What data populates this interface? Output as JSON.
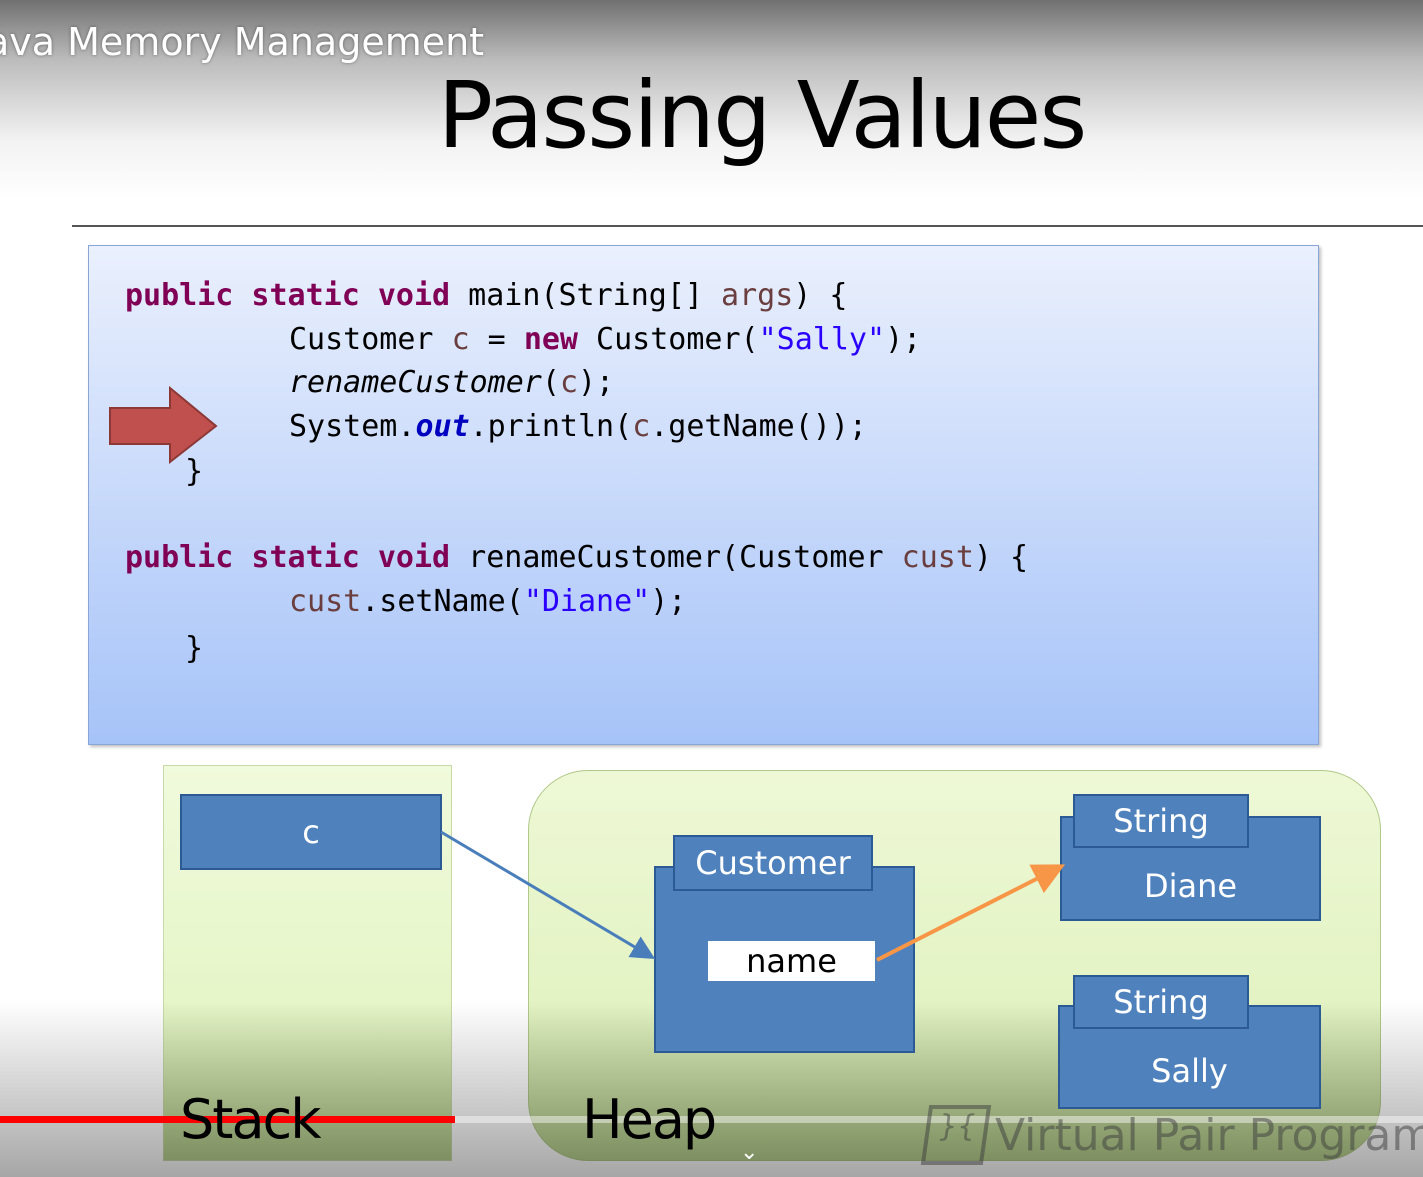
{
  "video": {
    "title": "ava Memory Management",
    "progress_percent": 32,
    "watermark": "Virtual Pair Programm"
  },
  "slide": {
    "title": "Passing Values",
    "code": [
      [
        {
          "t": "public static void ",
          "c": "kw"
        },
        {
          "t": "main(String[] ",
          "c": ""
        },
        {
          "t": "args",
          "c": "var"
        },
        {
          "t": ") {",
          "c": ""
        }
      ],
      [
        {
          "t": "Customer ",
          "c": ""
        },
        {
          "t": "c",
          "c": "var"
        },
        {
          "t": " = ",
          "c": ""
        },
        {
          "t": "new",
          "c": "kw"
        },
        {
          "t": " Customer(",
          "c": ""
        },
        {
          "t": "\"Sally\"",
          "c": "str"
        },
        {
          "t": ");",
          "c": ""
        }
      ],
      [
        {
          "t": "renameCustomer",
          "c": "it"
        },
        {
          "t": "(",
          "c": ""
        },
        {
          "t": "c",
          "c": "var"
        },
        {
          "t": ");",
          "c": ""
        }
      ],
      [
        {
          "t": "System.",
          "c": ""
        },
        {
          "t": "out",
          "c": "fld"
        },
        {
          "t": ".println(",
          "c": ""
        },
        {
          "t": "c",
          "c": "var"
        },
        {
          "t": ".getName());",
          "c": ""
        }
      ],
      [
        {
          "t": "}",
          "c": ""
        }
      ],
      [
        {
          "t": "public static void ",
          "c": "kw"
        },
        {
          "t": "renameCustomer(Customer ",
          "c": ""
        },
        {
          "t": "cust",
          "c": "var"
        },
        {
          "t": ") {",
          "c": ""
        }
      ],
      [
        {
          "t": "cust",
          "c": "var"
        },
        {
          "t": ".setName(",
          "c": ""
        },
        {
          "t": "\"Diane\"",
          "c": "str"
        },
        {
          "t": ");",
          "c": ""
        }
      ],
      [
        {
          "t": "}",
          "c": ""
        }
      ]
    ],
    "stack": {
      "label": "Stack",
      "var": "c"
    },
    "heap": {
      "label": "Heap",
      "customer": {
        "title": "Customer",
        "field": "name"
      },
      "strings": [
        {
          "type": "String",
          "value": "Diane"
        },
        {
          "type": "String",
          "value": "Sally"
        }
      ]
    }
  }
}
